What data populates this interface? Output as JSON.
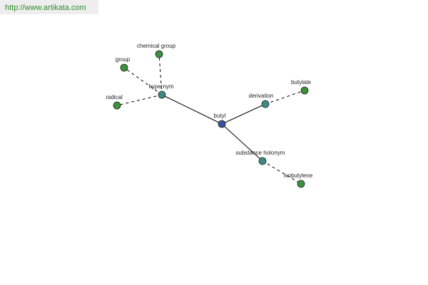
{
  "header": {
    "site_url": "http://www.artikata.com"
  },
  "colors": {
    "center": "#3a4fa0",
    "relation": "#3e8a8a",
    "leaf": "#3f8f3f",
    "outline": "#1a2a1a",
    "edge": "#000000",
    "watermark_bg": "#eeeeee",
    "watermark_text": "#2e8b2e"
  },
  "graph": {
    "nodes": [
      {
        "id": "butyl",
        "label": "butyl",
        "kind": "center"
      },
      {
        "id": "hypernym",
        "label": "hypernym",
        "kind": "relation"
      },
      {
        "id": "derivation",
        "label": "derivation",
        "kind": "relation"
      },
      {
        "id": "substance-holonym",
        "label": "substance holonym",
        "kind": "relation"
      },
      {
        "id": "chemical-group",
        "label": "chemical group",
        "kind": "leaf"
      },
      {
        "id": "group",
        "label": "group",
        "kind": "leaf"
      },
      {
        "id": "radical",
        "label": "radical",
        "kind": "leaf"
      },
      {
        "id": "butylate",
        "label": "butylate",
        "kind": "leaf"
      },
      {
        "id": "isobutylene",
        "label": "isobutylene",
        "kind": "leaf"
      }
    ],
    "edges": [
      {
        "from": "butyl",
        "to": "hypernym",
        "style": "solid"
      },
      {
        "from": "butyl",
        "to": "derivation",
        "style": "solid"
      },
      {
        "from": "butyl",
        "to": "substance-holonym",
        "style": "solid"
      },
      {
        "from": "hypernym",
        "to": "chemical-group",
        "style": "dashed"
      },
      {
        "from": "hypernym",
        "to": "group",
        "style": "dashed"
      },
      {
        "from": "hypernym",
        "to": "radical",
        "style": "dashed"
      },
      {
        "from": "derivation",
        "to": "butylate",
        "style": "dashed"
      },
      {
        "from": "substance-holonym",
        "to": "isobutylene",
        "style": "dashed"
      }
    ]
  }
}
